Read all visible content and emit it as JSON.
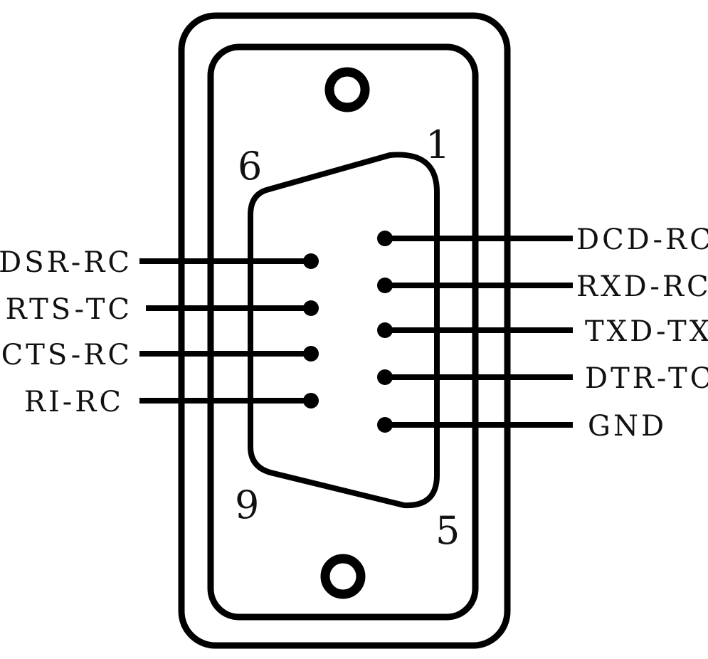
{
  "diagram": {
    "pin_numbers": {
      "p1": "1",
      "p5": "5",
      "p6": "6",
      "p9": "9"
    },
    "right_labels": [
      "DCD-RC",
      "RXD-RC",
      "TXD-TX",
      "DTR-TC",
      "GND"
    ],
    "left_labels": [
      "DSR-RC",
      "RTS-TC",
      "CTS-RC",
      "RI-RC"
    ],
    "colors": {
      "stroke": "#000000",
      "text": "#111111",
      "background": "#ffffff"
    }
  }
}
